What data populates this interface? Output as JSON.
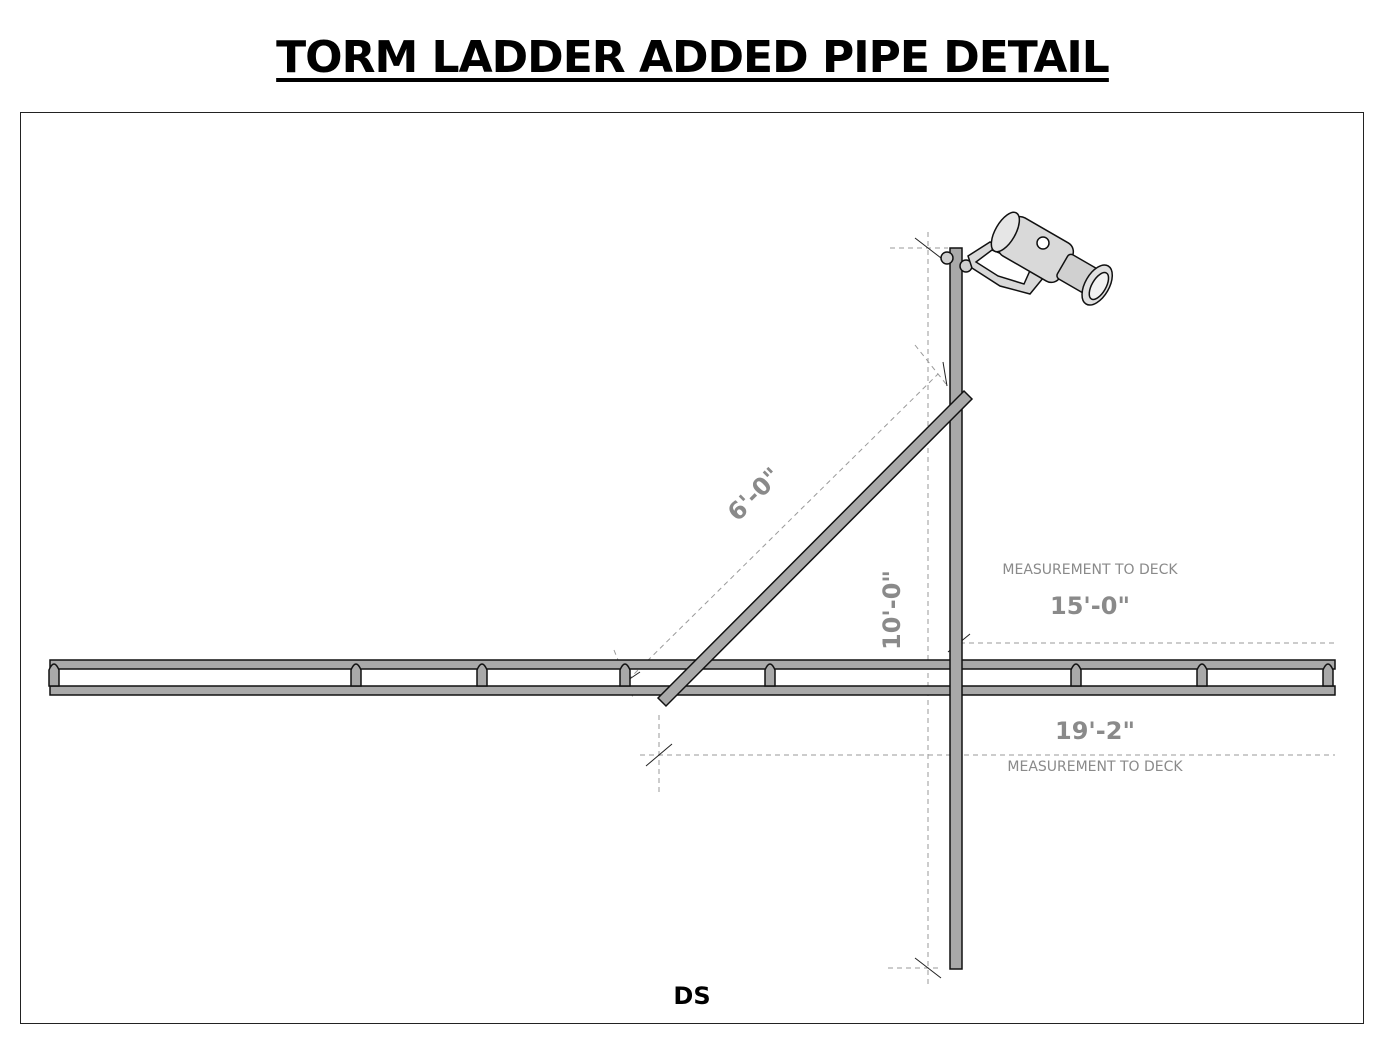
{
  "title": "TORM LADDER ADDED PIPE DETAIL",
  "dimensions": {
    "diagonal_pipe": "6'-0\"",
    "vertical_segment": "10'-0\"",
    "upper_deck_height": "15'-0\"",
    "lower_deck_height": "19'-2\""
  },
  "notes": {
    "upper_measurement_label": "MEASUREMENT TO DECK",
    "lower_measurement_label": "MEASUREMENT TO DECK"
  },
  "stage_marker": "DS",
  "colors": {
    "pipe_fill": "#a9a9a9",
    "pipe_stroke": "#111111",
    "dimension_gray": "#8a8a8a",
    "fixture_fill": "#d9d9d9"
  },
  "icons": {
    "fixture": "stage-light-fixture-icon"
  }
}
